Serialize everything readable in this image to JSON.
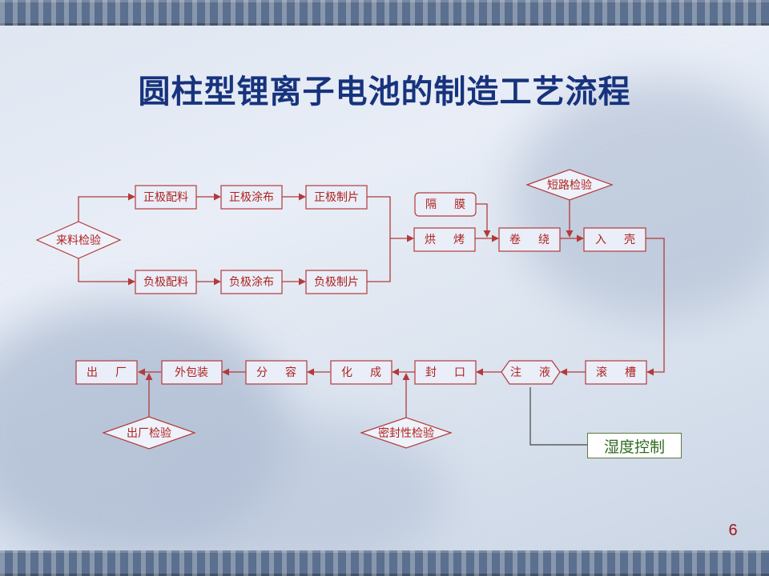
{
  "slide": {
    "title": "圆柱型锂离子电池的制造工艺流程",
    "page_number": "6"
  },
  "nodes": {
    "incoming_inspection": "来料检验",
    "cathode_mixing": "正极配料",
    "cathode_coating": "正极涂布",
    "cathode_sheet": "正极制片",
    "anode_mixing": "负极配料",
    "anode_coating": "负极涂布",
    "anode_sheet": "负极制片",
    "separator": "隔膜",
    "baking": "烘烤",
    "winding": "卷绕",
    "short_circuit_check": "短路检验",
    "casing": "入壳",
    "grooving": "滚槽",
    "electrolyte_filling": "注液",
    "sealing": "封口",
    "formation": "化成",
    "grading": "分容",
    "packaging": "外包装",
    "shipping": "出厂",
    "seal_check": "密封性检验",
    "outgoing_inspection": "出厂检验",
    "humidity_control": "湿度控制"
  },
  "colors": {
    "title": "#17337d",
    "node_stroke": "#b33a3a",
    "node_text": "#b0221f",
    "humidity_text": "#2f6b1f"
  }
}
